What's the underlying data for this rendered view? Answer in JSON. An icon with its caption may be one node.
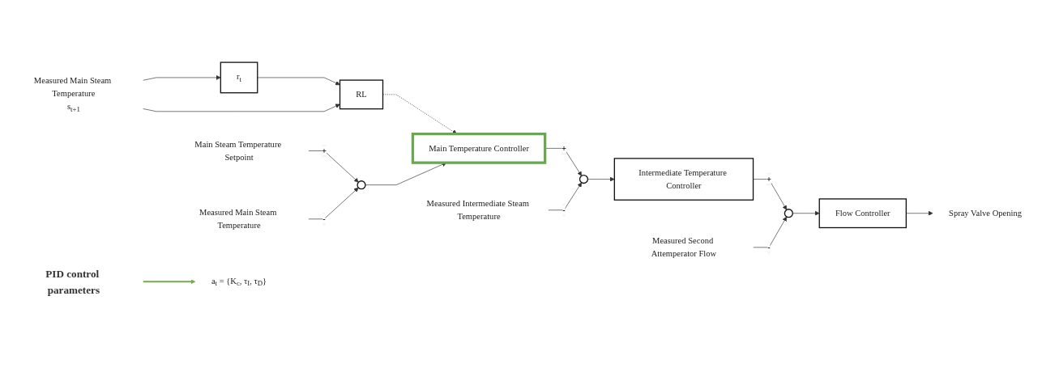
{
  "diagram": {
    "nodes": [
      {
        "text": [
          "Measured Main Steam Temperature",
          "s$_{t+1}$"
        ]
      },
      {
        "text": [
          "r$_{t}$"
        ]
      },
      {
        "text": [
          "RL"
        ]
      },
      {
        "text": [
          "a$_{t}$ = {K$_{c}$, τ$_{I}$, τ$_{D}$}"
        ]
      },
      {
        "text": [
          "PID control parameters"
        ]
      },
      {
        "text": [
          "Main Steam Temperature Setpoint"
        ]
      },
      {
        "text": [],
        "shape": "circle"
      },
      {
        "text": [
          "Main Temperature Controller"
        ]
      },
      {
        "text": [
          "Measured Main Steam Temperature"
        ]
      },
      {
        "text": [],
        "shape": "circle"
      },
      {
        "text": [
          "Intermediate Temperature Controller"
        ]
      },
      {
        "text": [
          "Measured Intermediate Steam Temperature"
        ]
      },
      {
        "text": [],
        "shape": "circle"
      },
      {
        "text": [
          "Flow Controller"
        ]
      },
      {
        "text": [
          "Measured Second Attemperator Flow"
        ]
      },
      {
        "text": [
          "Spray Valve Opening"
        ]
      }
    ],
    "edges": [
      {
        "from": 0,
        "to": 1,
        "arrow": "to"
      },
      {
        "from": 0,
        "to": 2,
        "arrow": "to"
      },
      {
        "from": 1,
        "to": 2,
        "arrow": "to"
      },
      {
        "from": 2,
        "to": 7,
        "arrow": "to",
        "style": "dashed"
      },
      {
        "from": 4,
        "to": 3,
        "arrow": "to",
        "color": "#70ad47"
      },
      {
        "from": 5,
        "to": 6,
        "arrow": "to",
        "label": "+"
      },
      {
        "from": 8,
        "to": 6,
        "arrow": "to",
        "label": "-"
      },
      {
        "from": 6,
        "to": 7,
        "arrow": "to"
      },
      {
        "from": 7,
        "to": 9,
        "arrow": "to",
        "label": "+"
      },
      {
        "from": 11,
        "to": 9,
        "arrow": "to",
        "label": "-"
      },
      {
        "from": 9,
        "to": 10,
        "arrow": "to"
      },
      {
        "from": 10,
        "to": 12,
        "arrow": "to",
        "label": "+"
      },
      {
        "from": 14,
        "to": 12,
        "arrow": "to",
        "label": "-"
      },
      {
        "from": 12,
        "to": 13,
        "arrow": "to"
      },
      {
        "from": 13,
        "to": 15,
        "arrow": "to"
      }
    ]
  }
}
